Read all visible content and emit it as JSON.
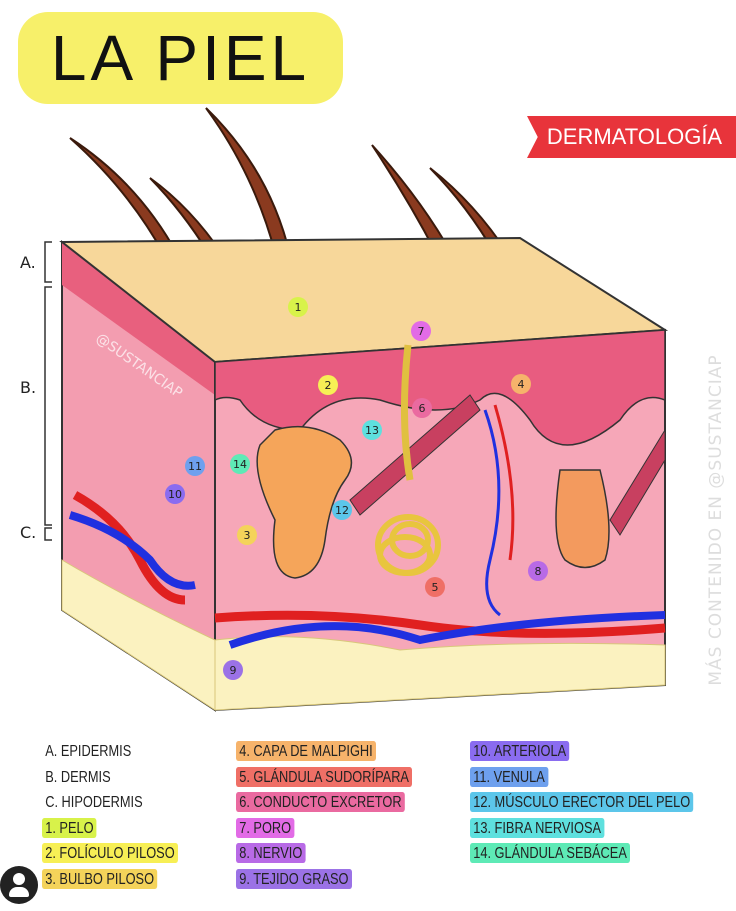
{
  "title": "LA PIEL",
  "ribbon": "DERMATOLOGÍA",
  "watermark_side": "MÁS CONTENIDO EN @SUSTANCIAP",
  "watermark_block": "@SUSTANCIAP",
  "layers": [
    {
      "label": "A."
    },
    {
      "label": "B."
    },
    {
      "label": "C."
    }
  ],
  "markers": [
    {
      "n": "1",
      "color": "#d8f24a"
    },
    {
      "n": "2",
      "color": "#f7ef55"
    },
    {
      "n": "3",
      "color": "#f4d35a"
    },
    {
      "n": "4",
      "color": "#f6b36b"
    },
    {
      "n": "5",
      "color": "#ef6f66"
    },
    {
      "n": "6",
      "color": "#ea6aa0"
    },
    {
      "n": "7",
      "color": "#e26be6"
    },
    {
      "n": "8",
      "color": "#b86ae6"
    },
    {
      "n": "9",
      "color": "#9b72e6"
    },
    {
      "n": "10",
      "color": "#8a6cf0"
    },
    {
      "n": "11",
      "color": "#6ea0ee"
    },
    {
      "n": "12",
      "color": "#5cc6ea"
    },
    {
      "n": "13",
      "color": "#5ee0de"
    },
    {
      "n": "14",
      "color": "#5eeab6"
    }
  ],
  "legend": {
    "col1": [
      {
        "text": "A. EPIDERMIS",
        "color": "#ffffff"
      },
      {
        "text": "B. DERMIS",
        "color": "#ffffff"
      },
      {
        "text": "C. HIPODERMIS",
        "color": "#ffffff"
      },
      {
        "text": "1. PELO",
        "color": "#d8f24a"
      },
      {
        "text": "2. FOLÍCULO PILOSO",
        "color": "#f7ef55"
      },
      {
        "text": "3. BULBO PILOSO",
        "color": "#f4d35a"
      }
    ],
    "col2": [
      {
        "text": "4. CAPA DE MALPIGHI",
        "color": "#f6b36b"
      },
      {
        "text": "5. GLÁNDULA SUDORÍPARA",
        "color": "#ef6f66"
      },
      {
        "text": "6. CONDUCTO EXCRETOR",
        "color": "#ea6aa0"
      },
      {
        "text": "7. PORO",
        "color": "#e26be6"
      },
      {
        "text": "8. NERVIO",
        "color": "#b86ae6"
      },
      {
        "text": "9. TEJIDO GRASO",
        "color": "#9b72e6"
      }
    ],
    "col3": [
      {
        "text": "10. ARTERIOLA",
        "color": "#8a6cf0"
      },
      {
        "text": "11. VENULA",
        "color": "#6ea0ee"
      },
      {
        "text": "12. MÚSCULO ERECTOR DEL PELO",
        "color": "#5cc6ea"
      },
      {
        "text": "13. FIBRA NERVIOSA",
        "color": "#5ee0de"
      },
      {
        "text": "14. GLÁNDULA SEBÁCEA",
        "color": "#5eeab6"
      }
    ]
  }
}
